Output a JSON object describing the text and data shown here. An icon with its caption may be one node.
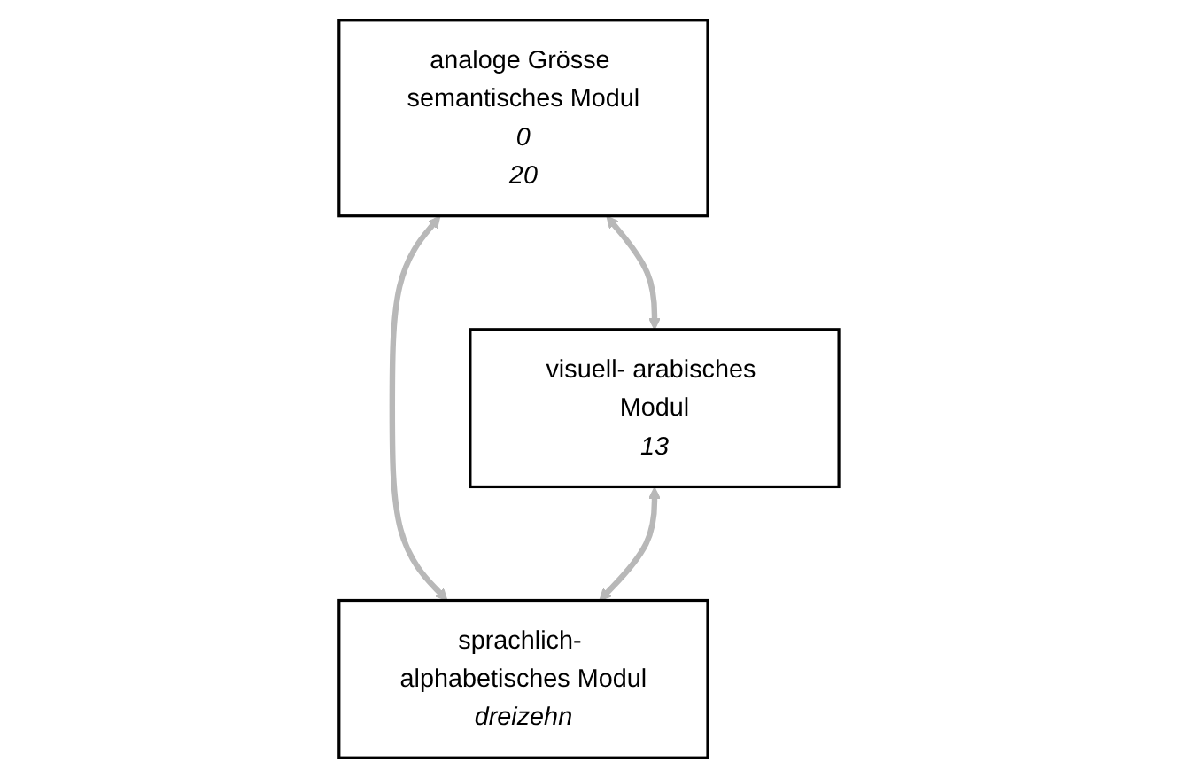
{
  "diagram": {
    "nodes": [
      {
        "text": [
          "analoge Grösse semantisches Modul",
          "0",
          "20"
        ]
      },
      {
        "text": [
          "visuell- arabisches Modul",
          "13"
        ]
      },
      {
        "text": [
          "sprachlich- alphabetisches Modul",
          "dreizehn"
        ]
      }
    ],
    "edges": [
      {
        "from": 0,
        "to": 1,
        "arrow": "both"
      },
      {
        "from": 0,
        "to": 2,
        "arrow": "both"
      },
      {
        "from": 1,
        "to": 2,
        "arrow": "both"
      }
    ]
  }
}
